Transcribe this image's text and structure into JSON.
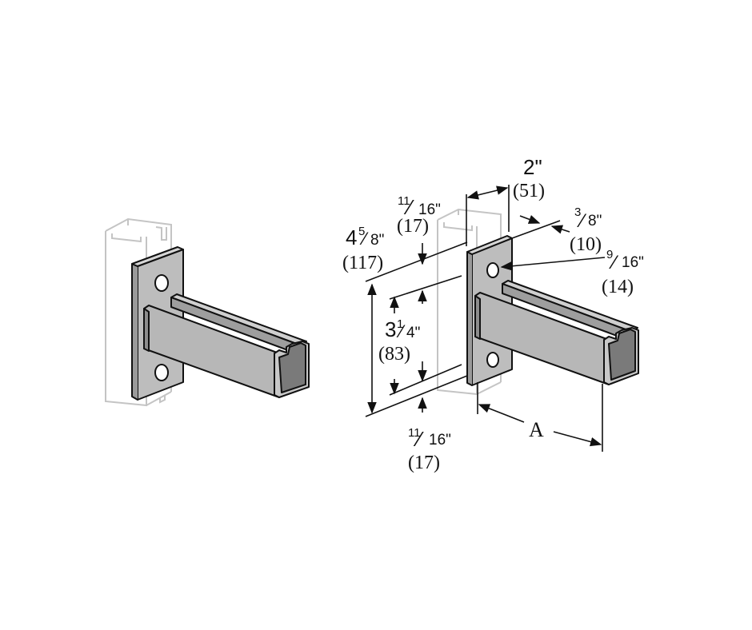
{
  "colors": {
    "steel": "#b9b9b9",
    "steel_dark": "#8e8e8e",
    "steel_light": "#d4d4d4",
    "outline": "#111111",
    "ghost": "#c8c8c8",
    "background": "#ffffff"
  },
  "dimensions": {
    "width_in": "2\"",
    "width_mm": "(51)",
    "hole_offset_top_num": "11",
    "hole_offset_top_den": "16\"",
    "hole_offset_top_mm": "(17)",
    "plate_thk_num": "3",
    "plate_thk_den": "8\"",
    "plate_thk_mm": "(10)",
    "hole_dia_num": "9",
    "hole_dia_den": "16\"",
    "hole_dia_mm": "(14)",
    "height_whole": "4",
    "height_num": "5",
    "height_den": "8\"",
    "height_mm": "(117)",
    "hole_spacing_whole": "3",
    "hole_spacing_num": "1",
    "hole_spacing_den": "4\"",
    "hole_spacing_mm": "(83)",
    "hole_offset_bot_num": "11",
    "hole_offset_bot_den": "16\"",
    "hole_offset_bot_mm": "(17)",
    "length_label": "A"
  }
}
